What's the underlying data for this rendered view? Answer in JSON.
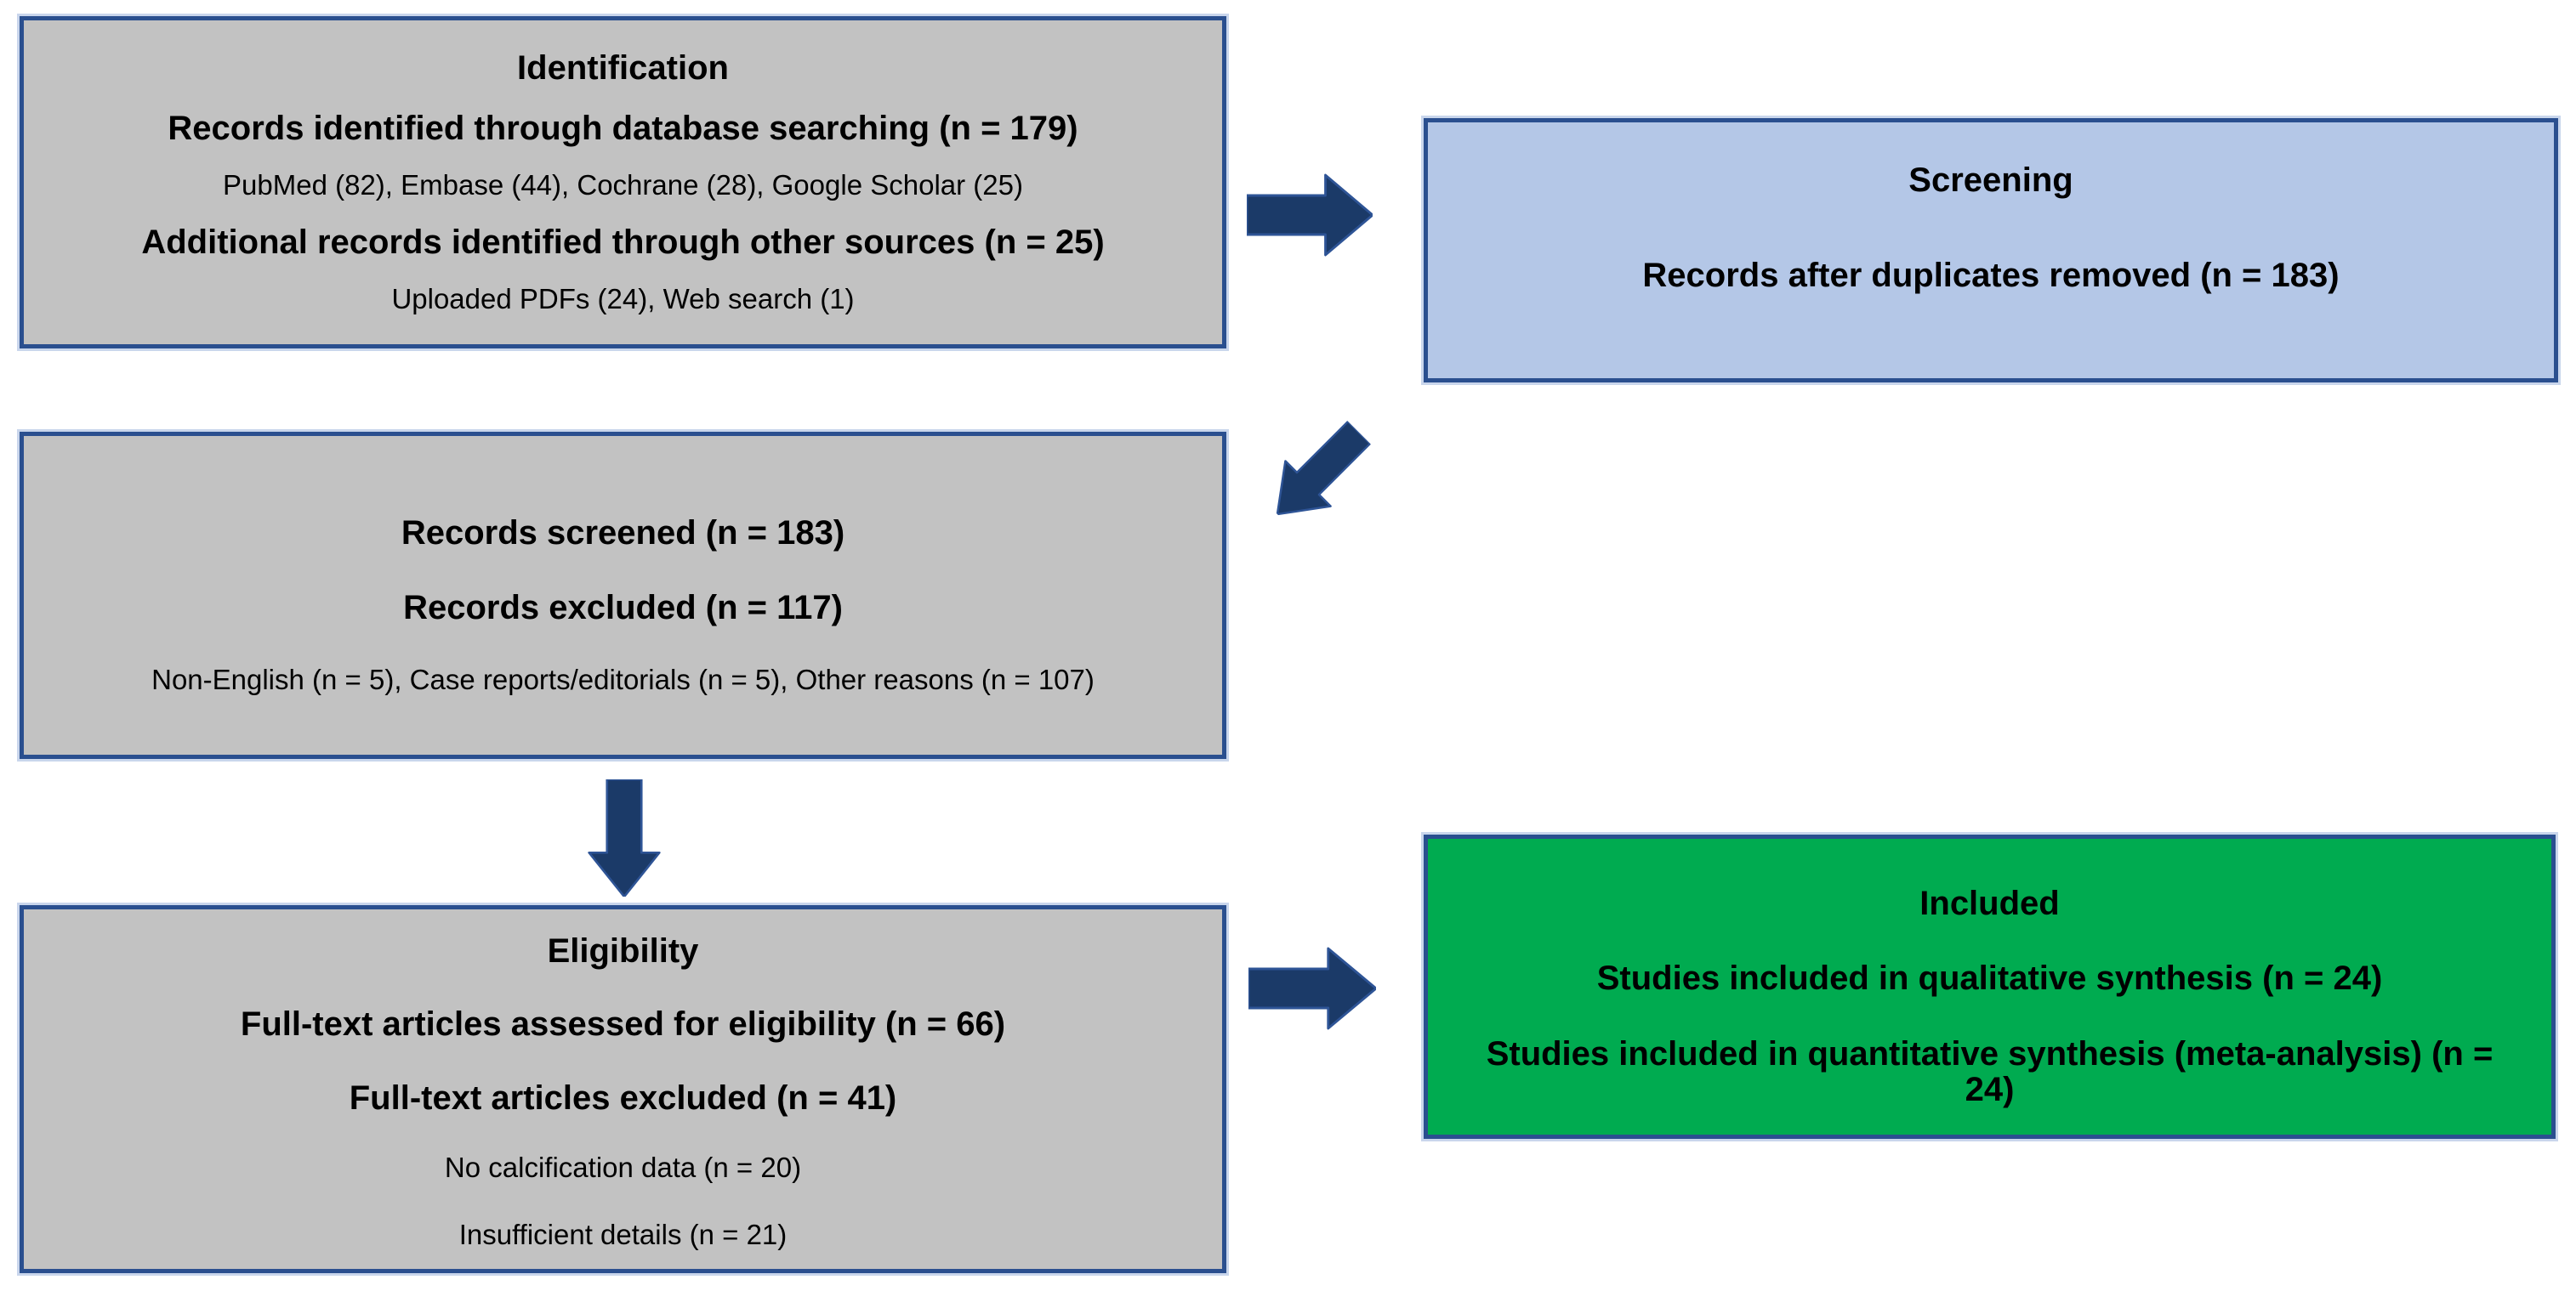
{
  "diagram_title": "PRISMA study selection flow diagram",
  "colors": {
    "box_gray": "#C2C2C2",
    "box_blue": "#B4C7E7",
    "box_green": "#00AB50",
    "border_blue": "#2A4F8F",
    "border_halo": "#C9D6EC",
    "arrow_navy": "#1B3A68"
  },
  "boxes": {
    "identification": {
      "title": "Identification",
      "line1": "Records identified through database searching (n = 179)",
      "line2": "PubMed (82), Embase (44), Cochrane (28), Google Scholar (25)",
      "line3": "Additional records identified through other sources (n = 25)",
      "line4": "Uploaded PDFs (24), Web search (1)"
    },
    "screening": {
      "title": "Screening",
      "line1": "Records after duplicates removed (n = 183)"
    },
    "screened": {
      "line1": "Records screened (n = 183)",
      "line2": "Records excluded (n = 117)",
      "line3": "Non-English (n = 5), Case reports/editorials (n = 5), Other reasons (n = 107)"
    },
    "eligibility": {
      "title": "Eligibility",
      "line1": "Full-text articles assessed for eligibility (n = 66)",
      "line2": "Full-text articles excluded (n = 41)",
      "line3": "No calcification data (n = 20)",
      "line4": "Insufficient details (n = 21)"
    },
    "included": {
      "title": "Included",
      "line1": "Studies included in qualitative synthesis (n = 24)",
      "line2": "Studies included in quantitative synthesis (meta-analysis) (n = 24)"
    }
  }
}
